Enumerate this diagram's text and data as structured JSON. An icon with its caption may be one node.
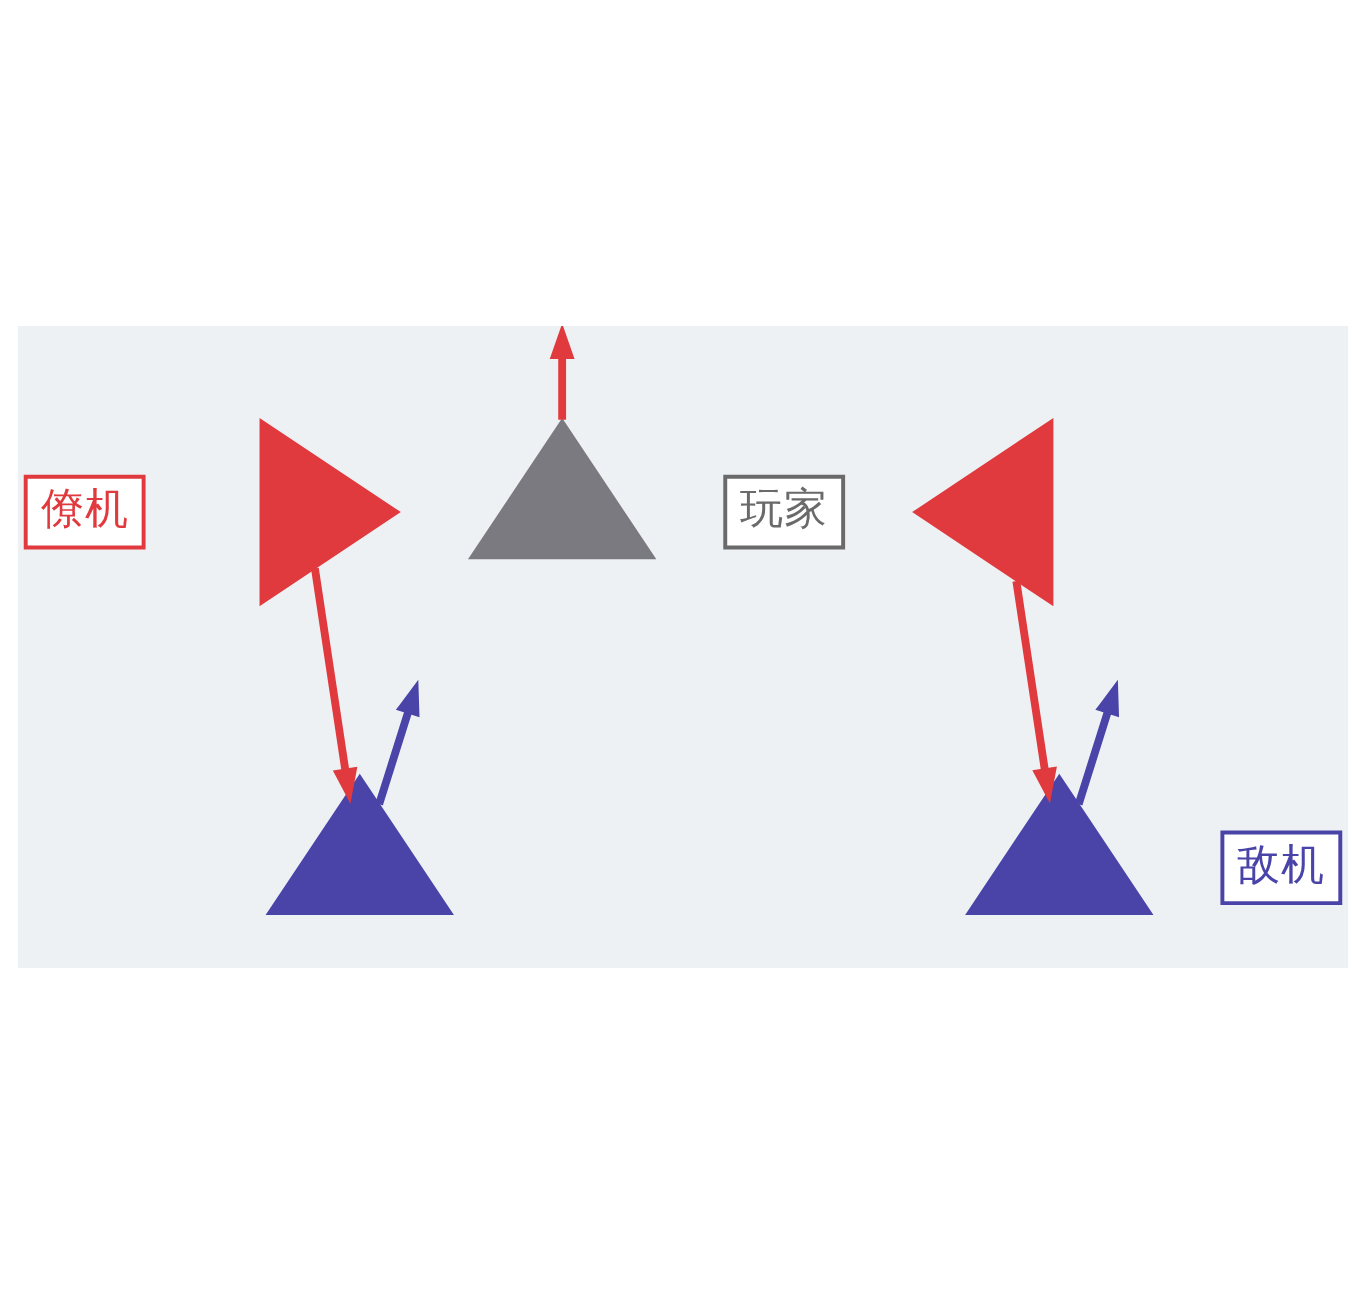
{
  "diagram": {
    "nodes": [
      {
        "text": [
          "僚机"
        ]
      },
      {
        "text": [],
        "shape": "triangle"
      },
      {
        "text": [],
        "shape": "triangle"
      },
      {
        "text": [
          "玩家"
        ]
      },
      {
        "text": [],
        "shape": "triangle"
      },
      {
        "text": [],
        "shape": "triangle"
      },
      {
        "text": [],
        "shape": "triangle"
      },
      {
        "text": [
          "敌机"
        ]
      }
    ],
    "edges": [
      {
        "from": 2,
        "to": null,
        "arrow": "to",
        "color": "#e03a3e"
      },
      {
        "from": 1,
        "to": 5,
        "arrow": "to",
        "color": "#e03a3e"
      },
      {
        "from": 4,
        "to": 6,
        "arrow": "to",
        "color": "#e03a3e"
      },
      {
        "from": 5,
        "to": null,
        "arrow": "to",
        "color": "#4a44a8"
      },
      {
        "from": 6,
        "to": null,
        "arrow": "to",
        "color": "#4a44a8"
      }
    ]
  }
}
